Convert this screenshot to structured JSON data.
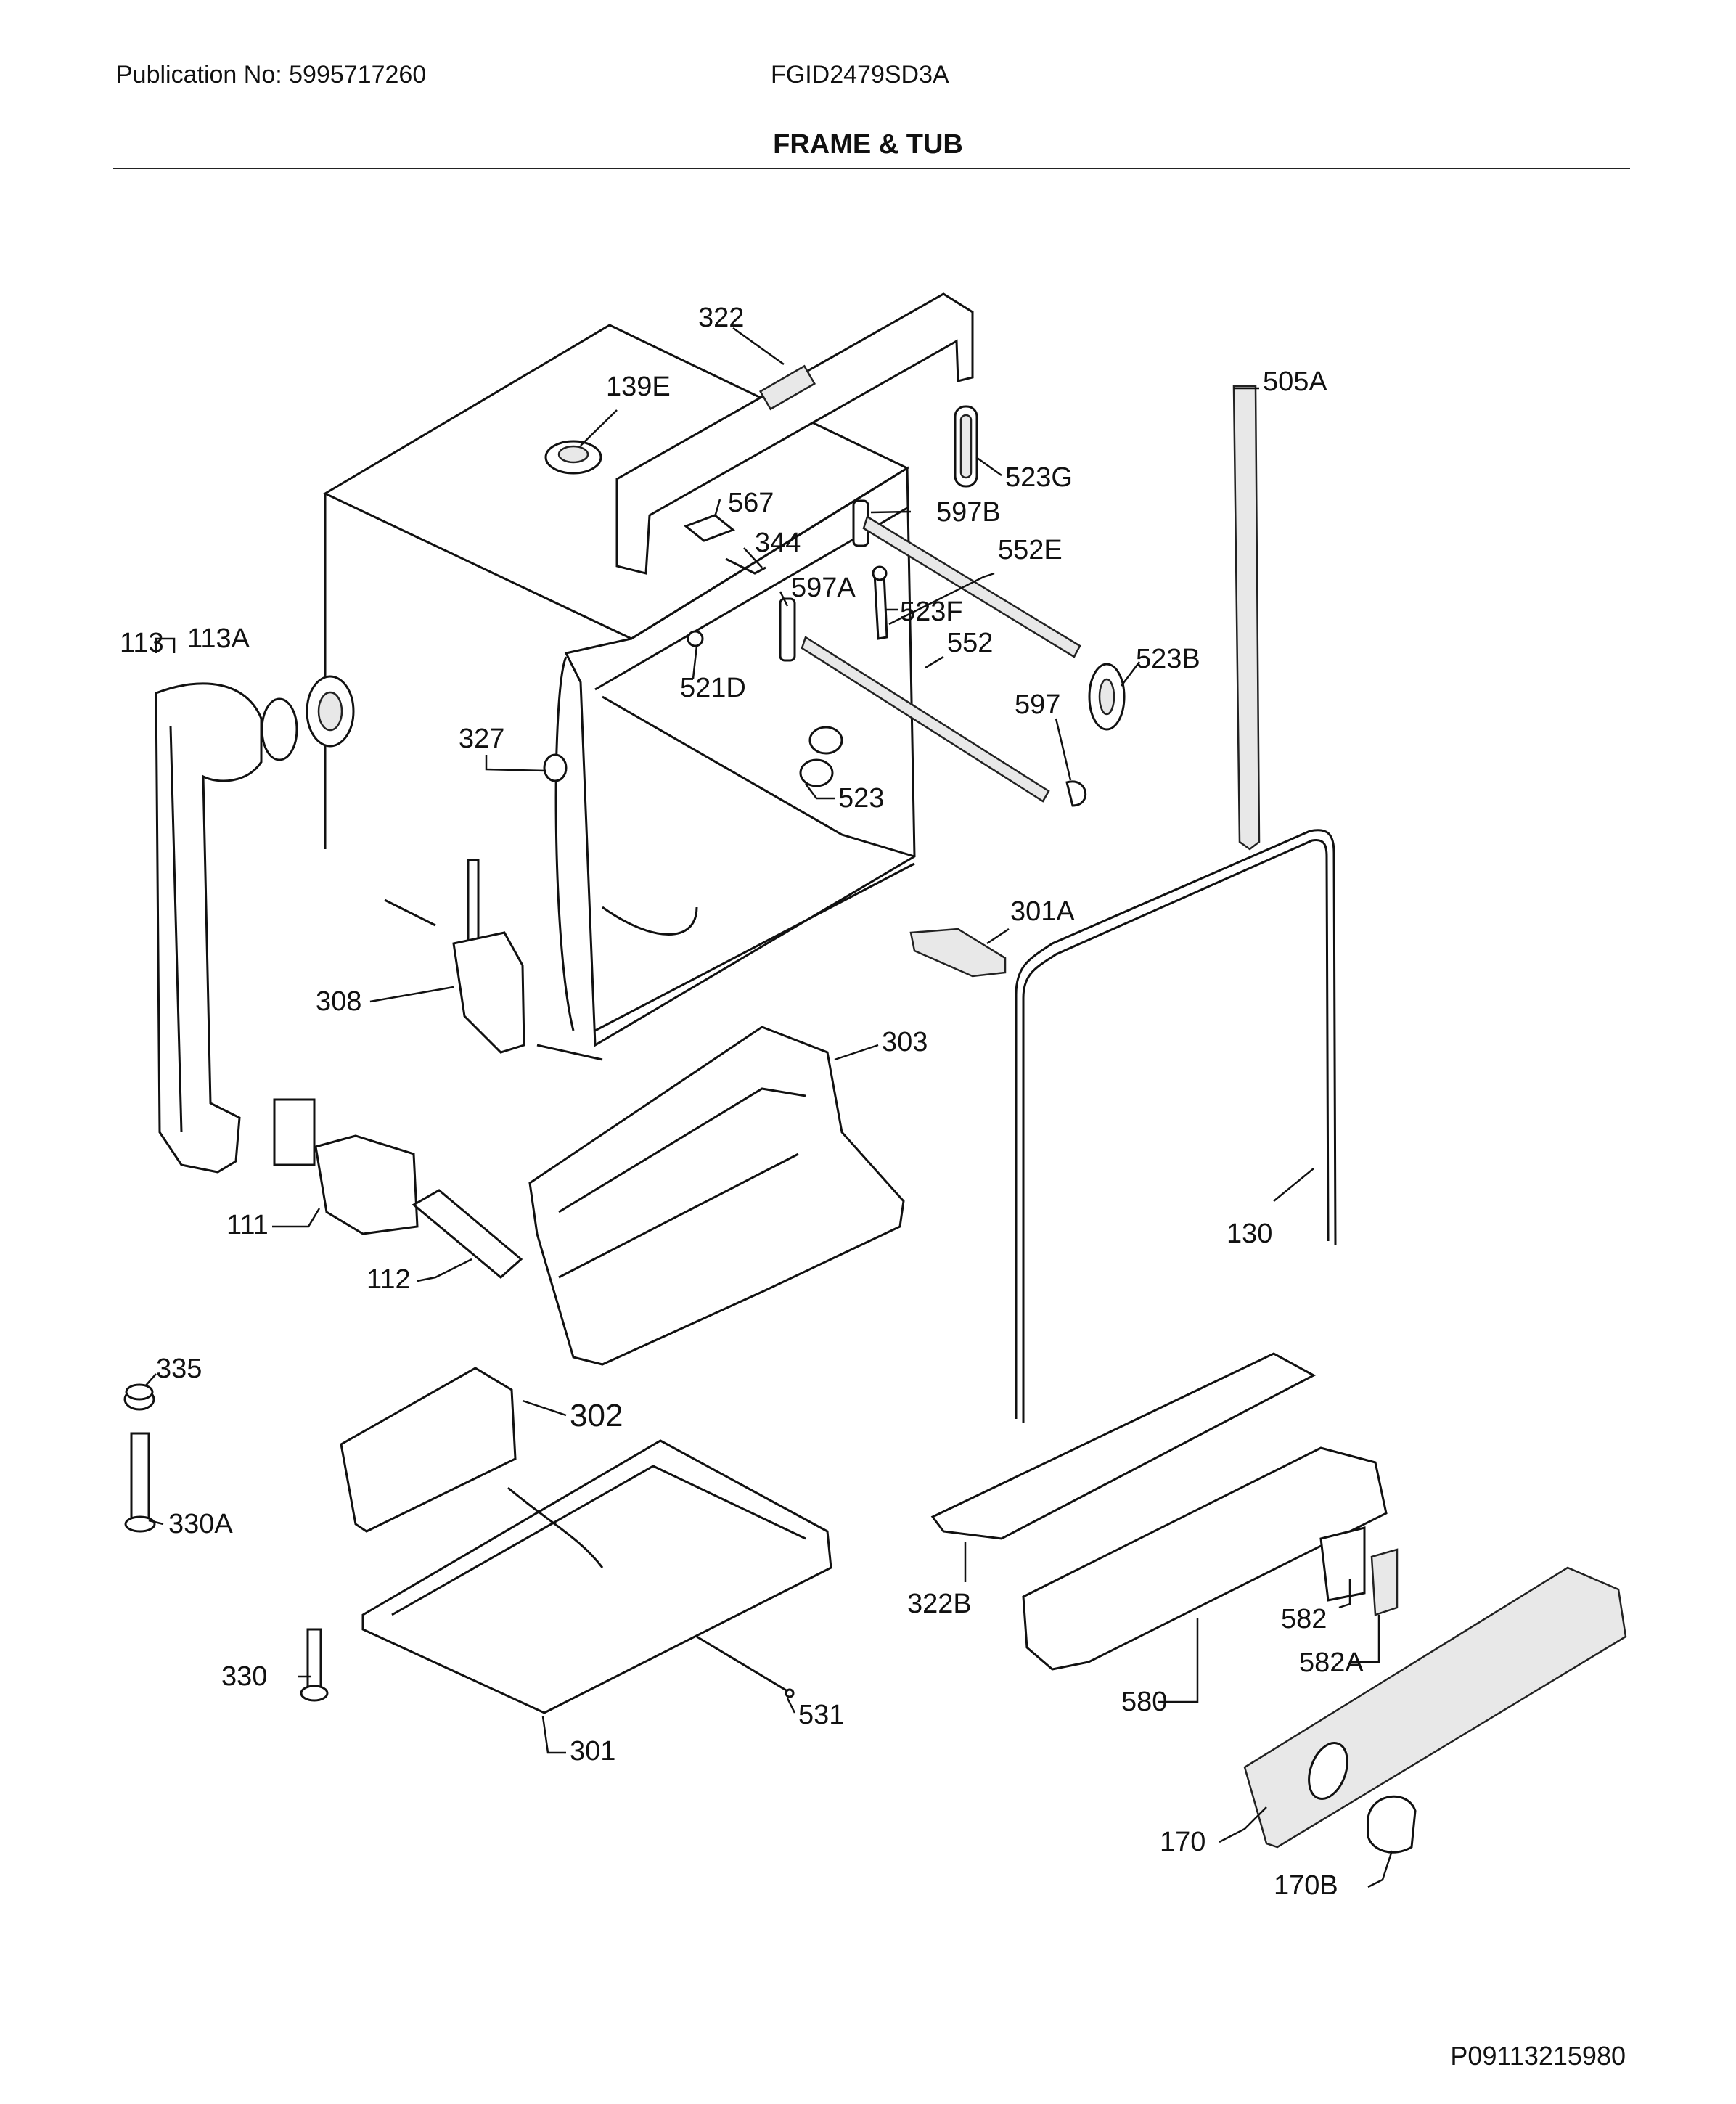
{
  "header": {
    "publication": "Publication No: 5995717260",
    "model": "FGID2479SD3A",
    "title": "FRAME & TUB"
  },
  "footer": {
    "code": "P09113215980"
  },
  "callouts": {
    "c322": "322",
    "c139E": "139E",
    "c505A": "505A",
    "c523G": "523G",
    "c567": "567",
    "c597B": "597B",
    "c344": "344",
    "c552E": "552E",
    "c597A": "597A",
    "c523F": "523F",
    "c113": "113",
    "c113A": "113A",
    "c552": "552",
    "c523B": "523B",
    "c521D": "521D",
    "c597": "597",
    "c327": "327",
    "c523": "523",
    "c301A": "301A",
    "c308": "308",
    "c303": "303",
    "c111": "111",
    "c130": "130",
    "c112": "112",
    "c335": "335",
    "c302": "302",
    "c330A": "330A",
    "c322B": "322B",
    "c582": "582",
    "c582A": "582A",
    "c330": "330",
    "c580": "580",
    "c531": "531",
    "c301": "301",
    "c170": "170",
    "c170B": "170B"
  }
}
